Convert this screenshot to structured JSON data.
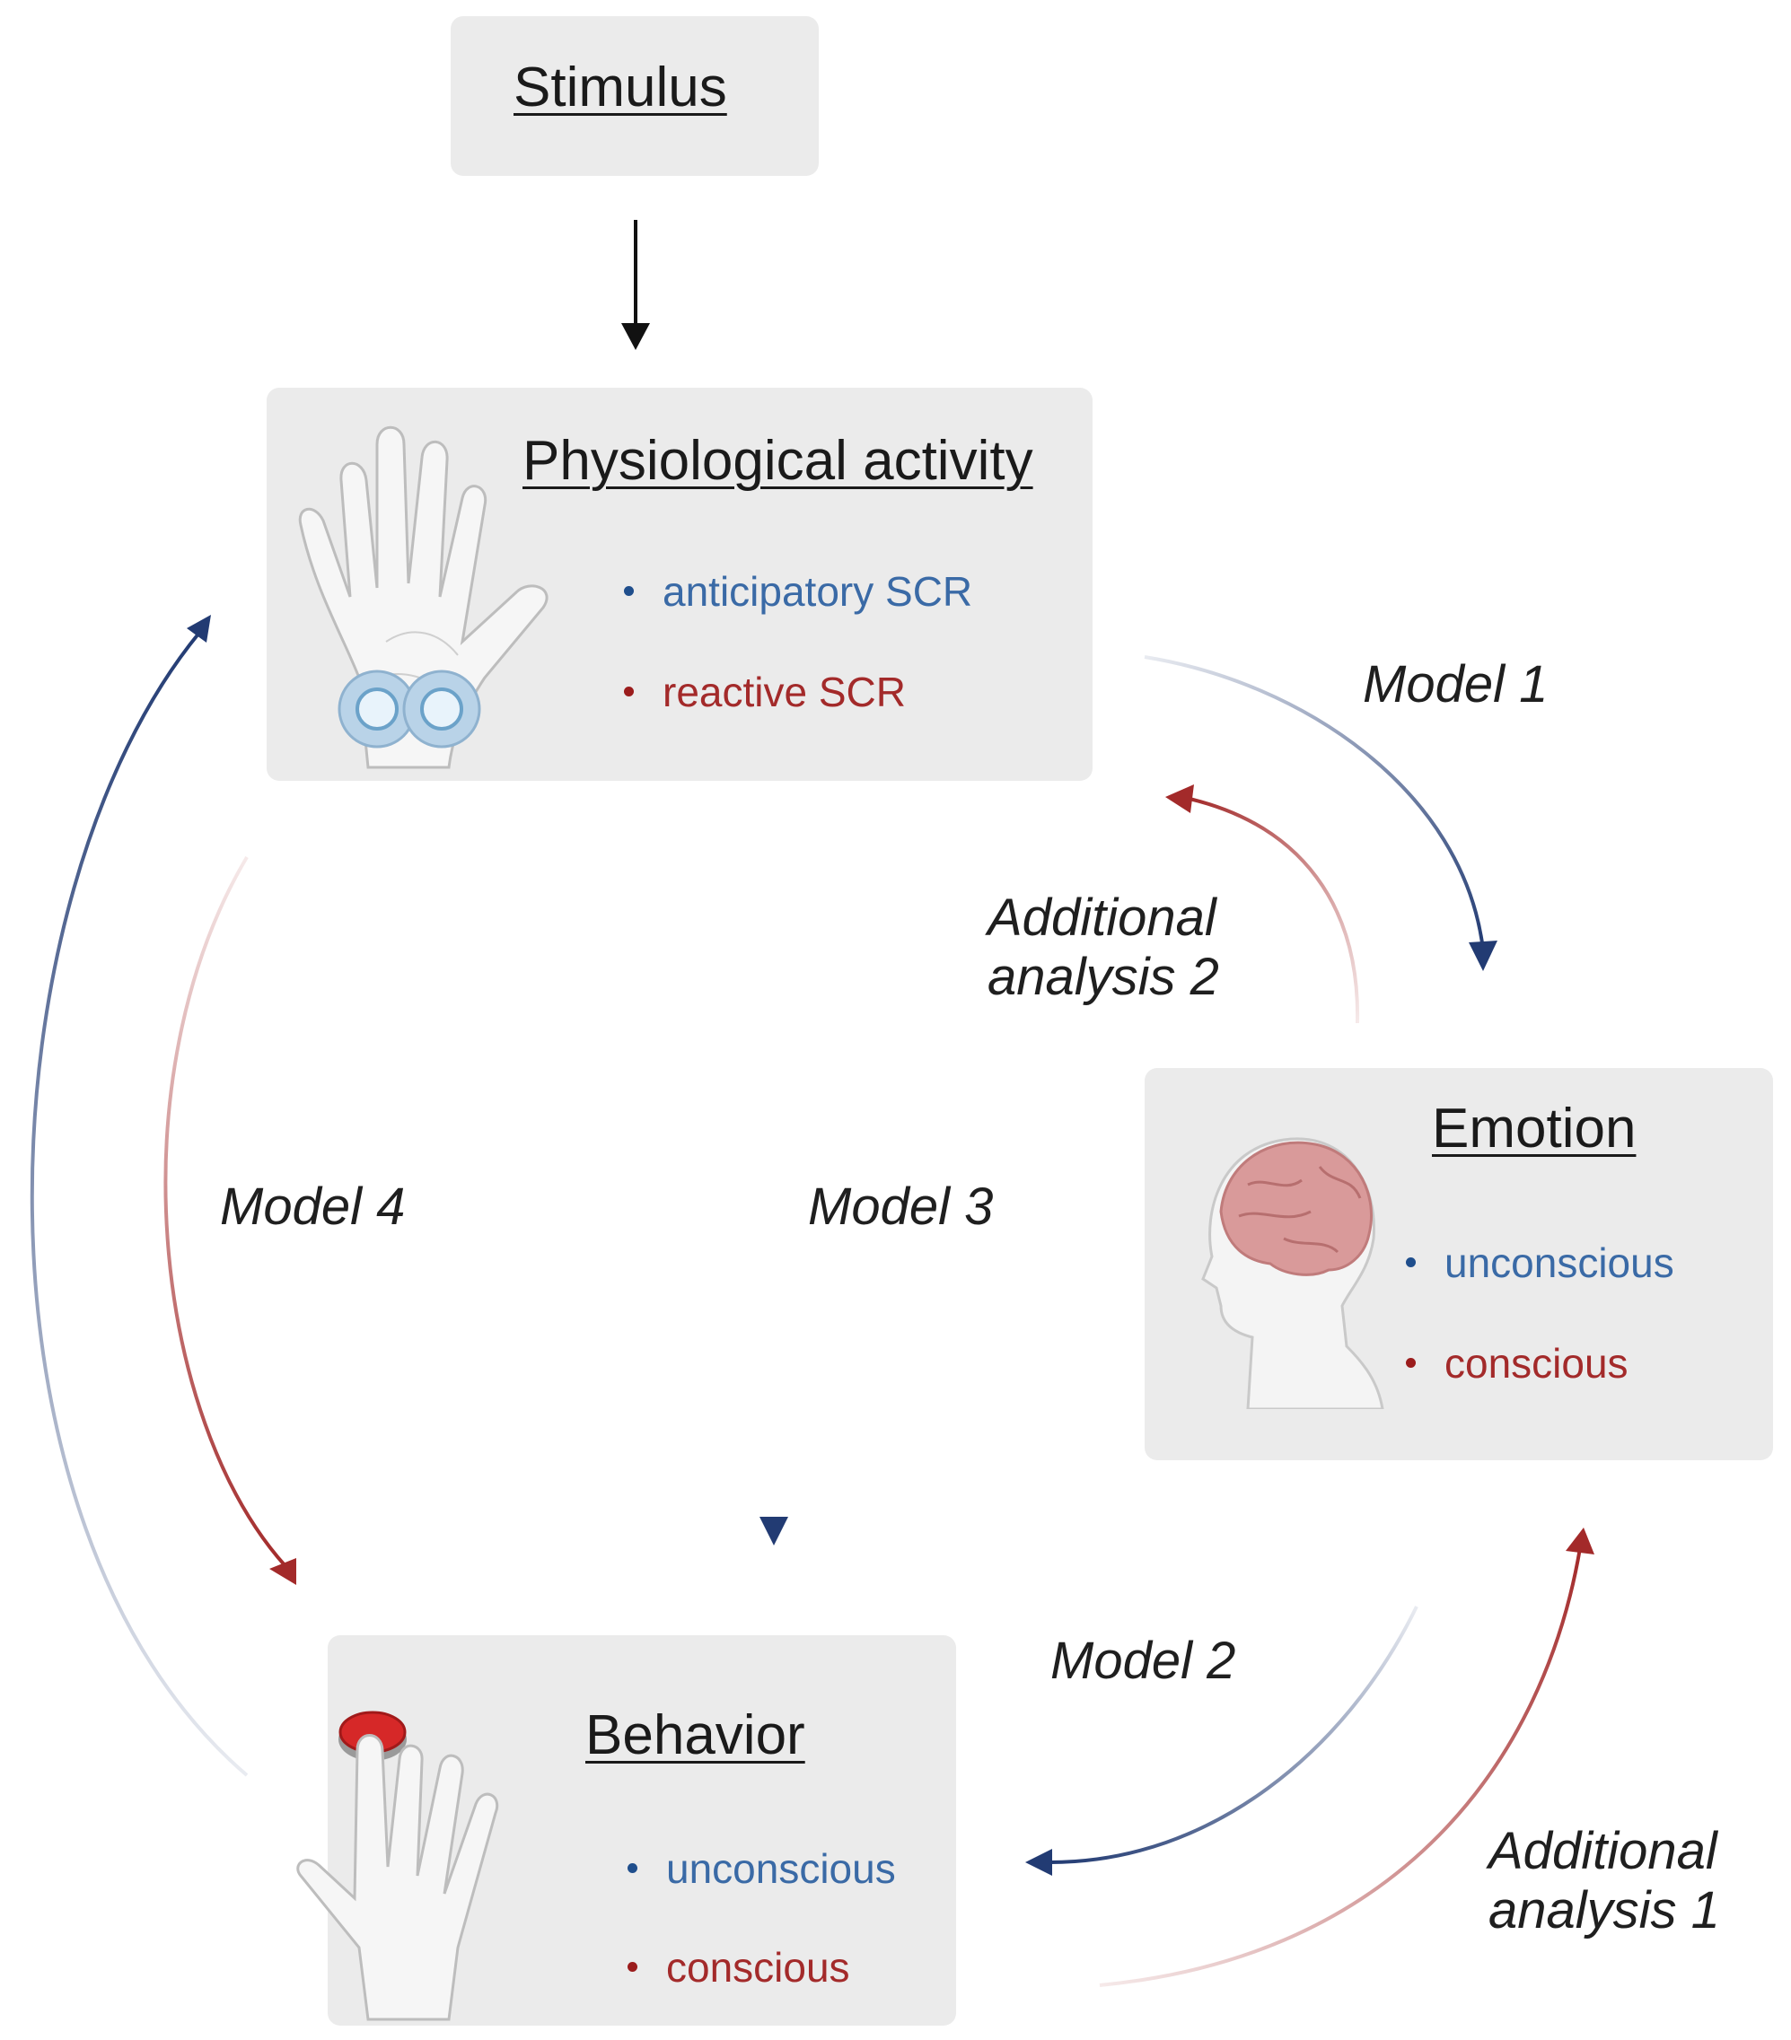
{
  "stimulus": {
    "title": "Stimulus"
  },
  "physiological": {
    "title": "Physiological activity",
    "items": [
      "anticipatory SCR",
      "reactive SCR"
    ]
  },
  "emotion": {
    "title": "Emotion",
    "items": [
      "unconscious",
      "conscious"
    ]
  },
  "behavior": {
    "title": "Behavior",
    "items": [
      "unconscious",
      "conscious"
    ]
  },
  "labels": {
    "model1": "Model 1",
    "model2": "Model 2",
    "model3": "Model 3",
    "model4": "Model 4",
    "additional2_line1": "Additional",
    "additional2_line2": "analysis 2",
    "additional1_line1": "Additional",
    "additional1_line2": "analysis 1"
  },
  "colors": {
    "blue_arrow": "#223b73",
    "red_arrow": "#a32a2a",
    "black_arrow": "#111111",
    "box_fill": "#ebebeb"
  },
  "icons": [
    "hand-electrodes-icon",
    "head-brain-icon",
    "hand-button-icon"
  ]
}
